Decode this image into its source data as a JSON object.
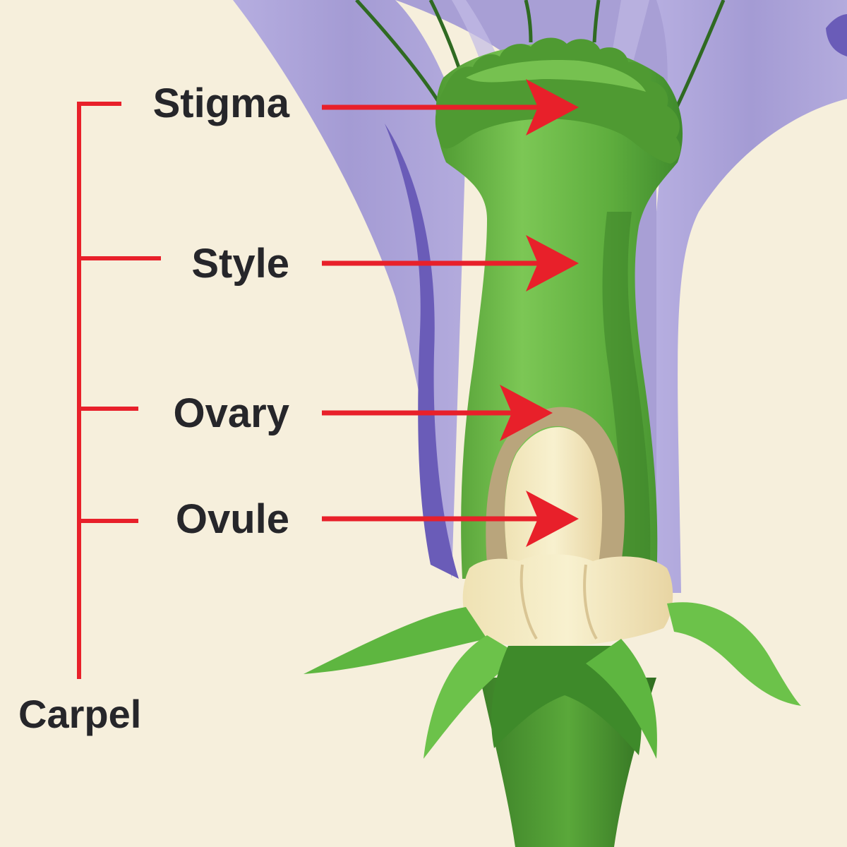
{
  "labels": {
    "stigma": "Stigma",
    "style": "Style",
    "ovary": "Ovary",
    "ovule": "Ovule",
    "carpel": "Carpel"
  },
  "colors": {
    "background": "#f6efdc",
    "petal": "#a9a0d6",
    "petal_dark": "#6a5cb8",
    "pistil_green": "#6cbb45",
    "pistil_dark": "#3f8a2c",
    "sepal_green": "#5eb640",
    "ovule_cream": "#f4ecc4",
    "ovary_wall": "#b9a57c",
    "arrow_red": "#e8202a",
    "bracket_red": "#e8202a",
    "label_text": "#26262a"
  }
}
